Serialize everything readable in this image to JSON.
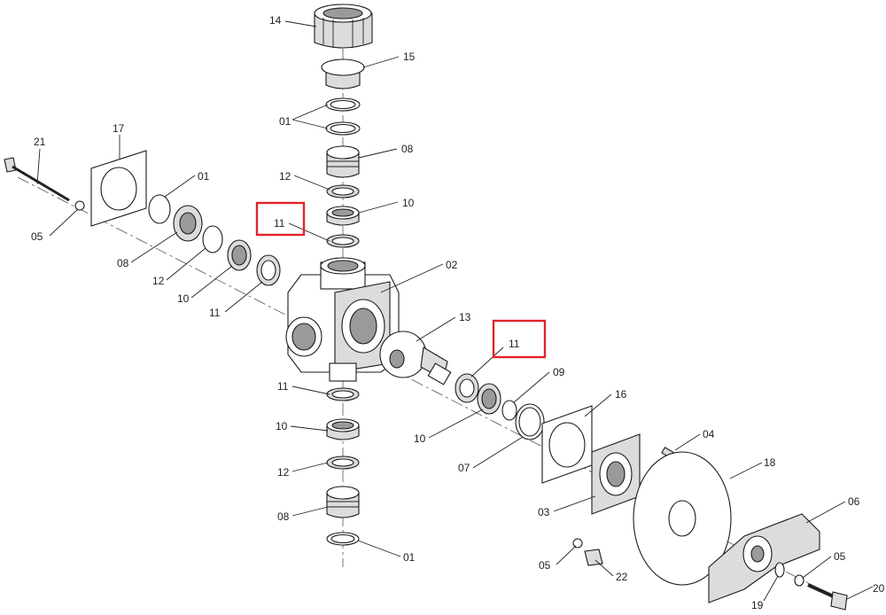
{
  "diagram": {
    "labels": {
      "p14": "14",
      "p15": "15",
      "p01_top": "01",
      "p08_top": "08",
      "p12_top": "12",
      "p10_top": "10",
      "p11_top": "11",
      "p21": "21",
      "p17": "17",
      "p01_left": "01",
      "p05_left": "05",
      "p08_left": "08",
      "p12_left": "12",
      "p10_left": "10",
      "p11_left": "11",
      "p02": "02",
      "p13": "13",
      "p11_right": "11",
      "p09": "09",
      "p11_bottom": "11",
      "p10_bottom": "10",
      "p12_bottom": "12",
      "p08_bottom": "08",
      "p01_bottom": "01",
      "p10_right": "10",
      "p07": "07",
      "p16": "16",
      "p04": "04",
      "p03": "03",
      "p18": "18",
      "p06": "06",
      "p05_right": "05",
      "p22": "22",
      "p05_far": "05",
      "p19": "19",
      "p20": "20"
    },
    "highlight_color": "#e0242b"
  }
}
